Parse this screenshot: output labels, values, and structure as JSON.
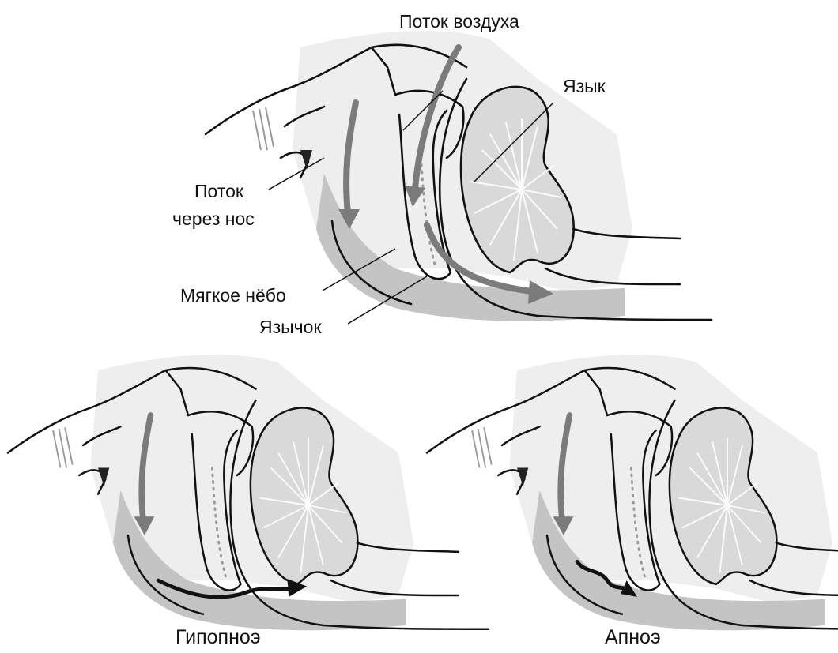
{
  "labels": {
    "airflow": "Поток воздуха",
    "tongue": "Язык",
    "nasal_flow_line1": "Поток",
    "nasal_flow_line2": "через нос",
    "soft_palate": "Мягкое нёбо",
    "uvula": "Язычок"
  },
  "captions": {
    "hypopnea": "Гипопноэ",
    "apnea": "Апноэ"
  },
  "colors": {
    "outline": "#111111",
    "airflow_arrow": "#7b7b7b",
    "obstructed_arrow": "#111111",
    "tissue_fill": "#d9d9d9"
  }
}
